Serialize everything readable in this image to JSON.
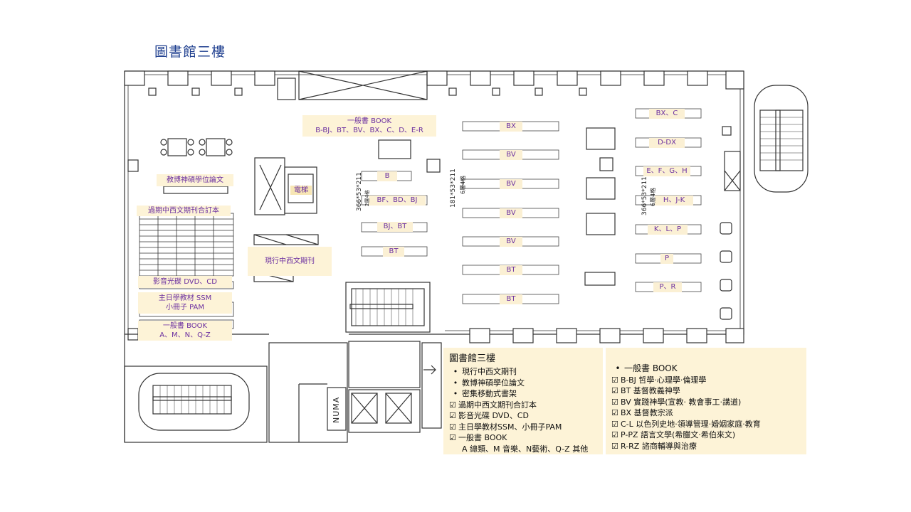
{
  "title": "圖書館三樓",
  "areas": {
    "book_top_1": "一般書 BOOK",
    "book_top_2": "B-BJ、BT、BV、BX、C、D、E-R",
    "thesis": "教博神碩學位論文",
    "elevator": "電梯",
    "bound_periodicals": "過期中西文期刊合訂本",
    "current_periodicals": "現行中西文期刊",
    "dvd": "影音光碟 DVD、CD",
    "ssm_1": "主日學教材 SSM",
    "ssm_2": "小冊子 PAM",
    "book_left_1": "一般書 BOOK",
    "book_left_2": "A、M、N、Q-Z"
  },
  "shelves_mid": [
    "B",
    "BF、BD、BJ",
    "BJ、BT",
    "BT"
  ],
  "shelves_center": [
    "BX",
    "BV",
    "BV",
    "BV",
    "BV",
    "BT",
    "BT"
  ],
  "shelves_right": [
    "BX、C",
    "D-DX",
    "E、F、G、H",
    "H、J-K",
    "K、L、P",
    "P",
    "P、R"
  ],
  "dimensions": {
    "d1": "366*53*211",
    "d1b": "2層4格",
    "d2": "181*53*211",
    "d2b": "6層4格",
    "d3": "366*53*211",
    "d3b": "6層4格"
  },
  "elevator_sign": "NUMA",
  "legend_left": {
    "title": "圖書館三樓",
    "bullets": [
      "現行中西文期刊",
      "教博神碩學位論文",
      "密集移動式書架"
    ],
    "checks": [
      "過期中西文期刊合訂本",
      "影音光碟 DVD、CD",
      "主日學教材SSM、小冊子PAM",
      "一般書 BOOK"
    ],
    "sub": "A 總類、M 音樂、N藝術、Q-Z 其他"
  },
  "legend_right": {
    "bullet": "一般書 BOOK",
    "checks": [
      "B-BJ 哲學‧心理學‧倫理學",
      "BT 基督教義神學",
      "BV 實踐神學(宣教‧ 教會事工‧講道)",
      "BX 基督教宗派",
      "C-L 以色列史地‧領導管理‧婚姻家庭‧教育",
      "P-PZ 語言文學(希臘文‧希伯來文)",
      "R-RZ 諮商輔導與治療"
    ]
  }
}
